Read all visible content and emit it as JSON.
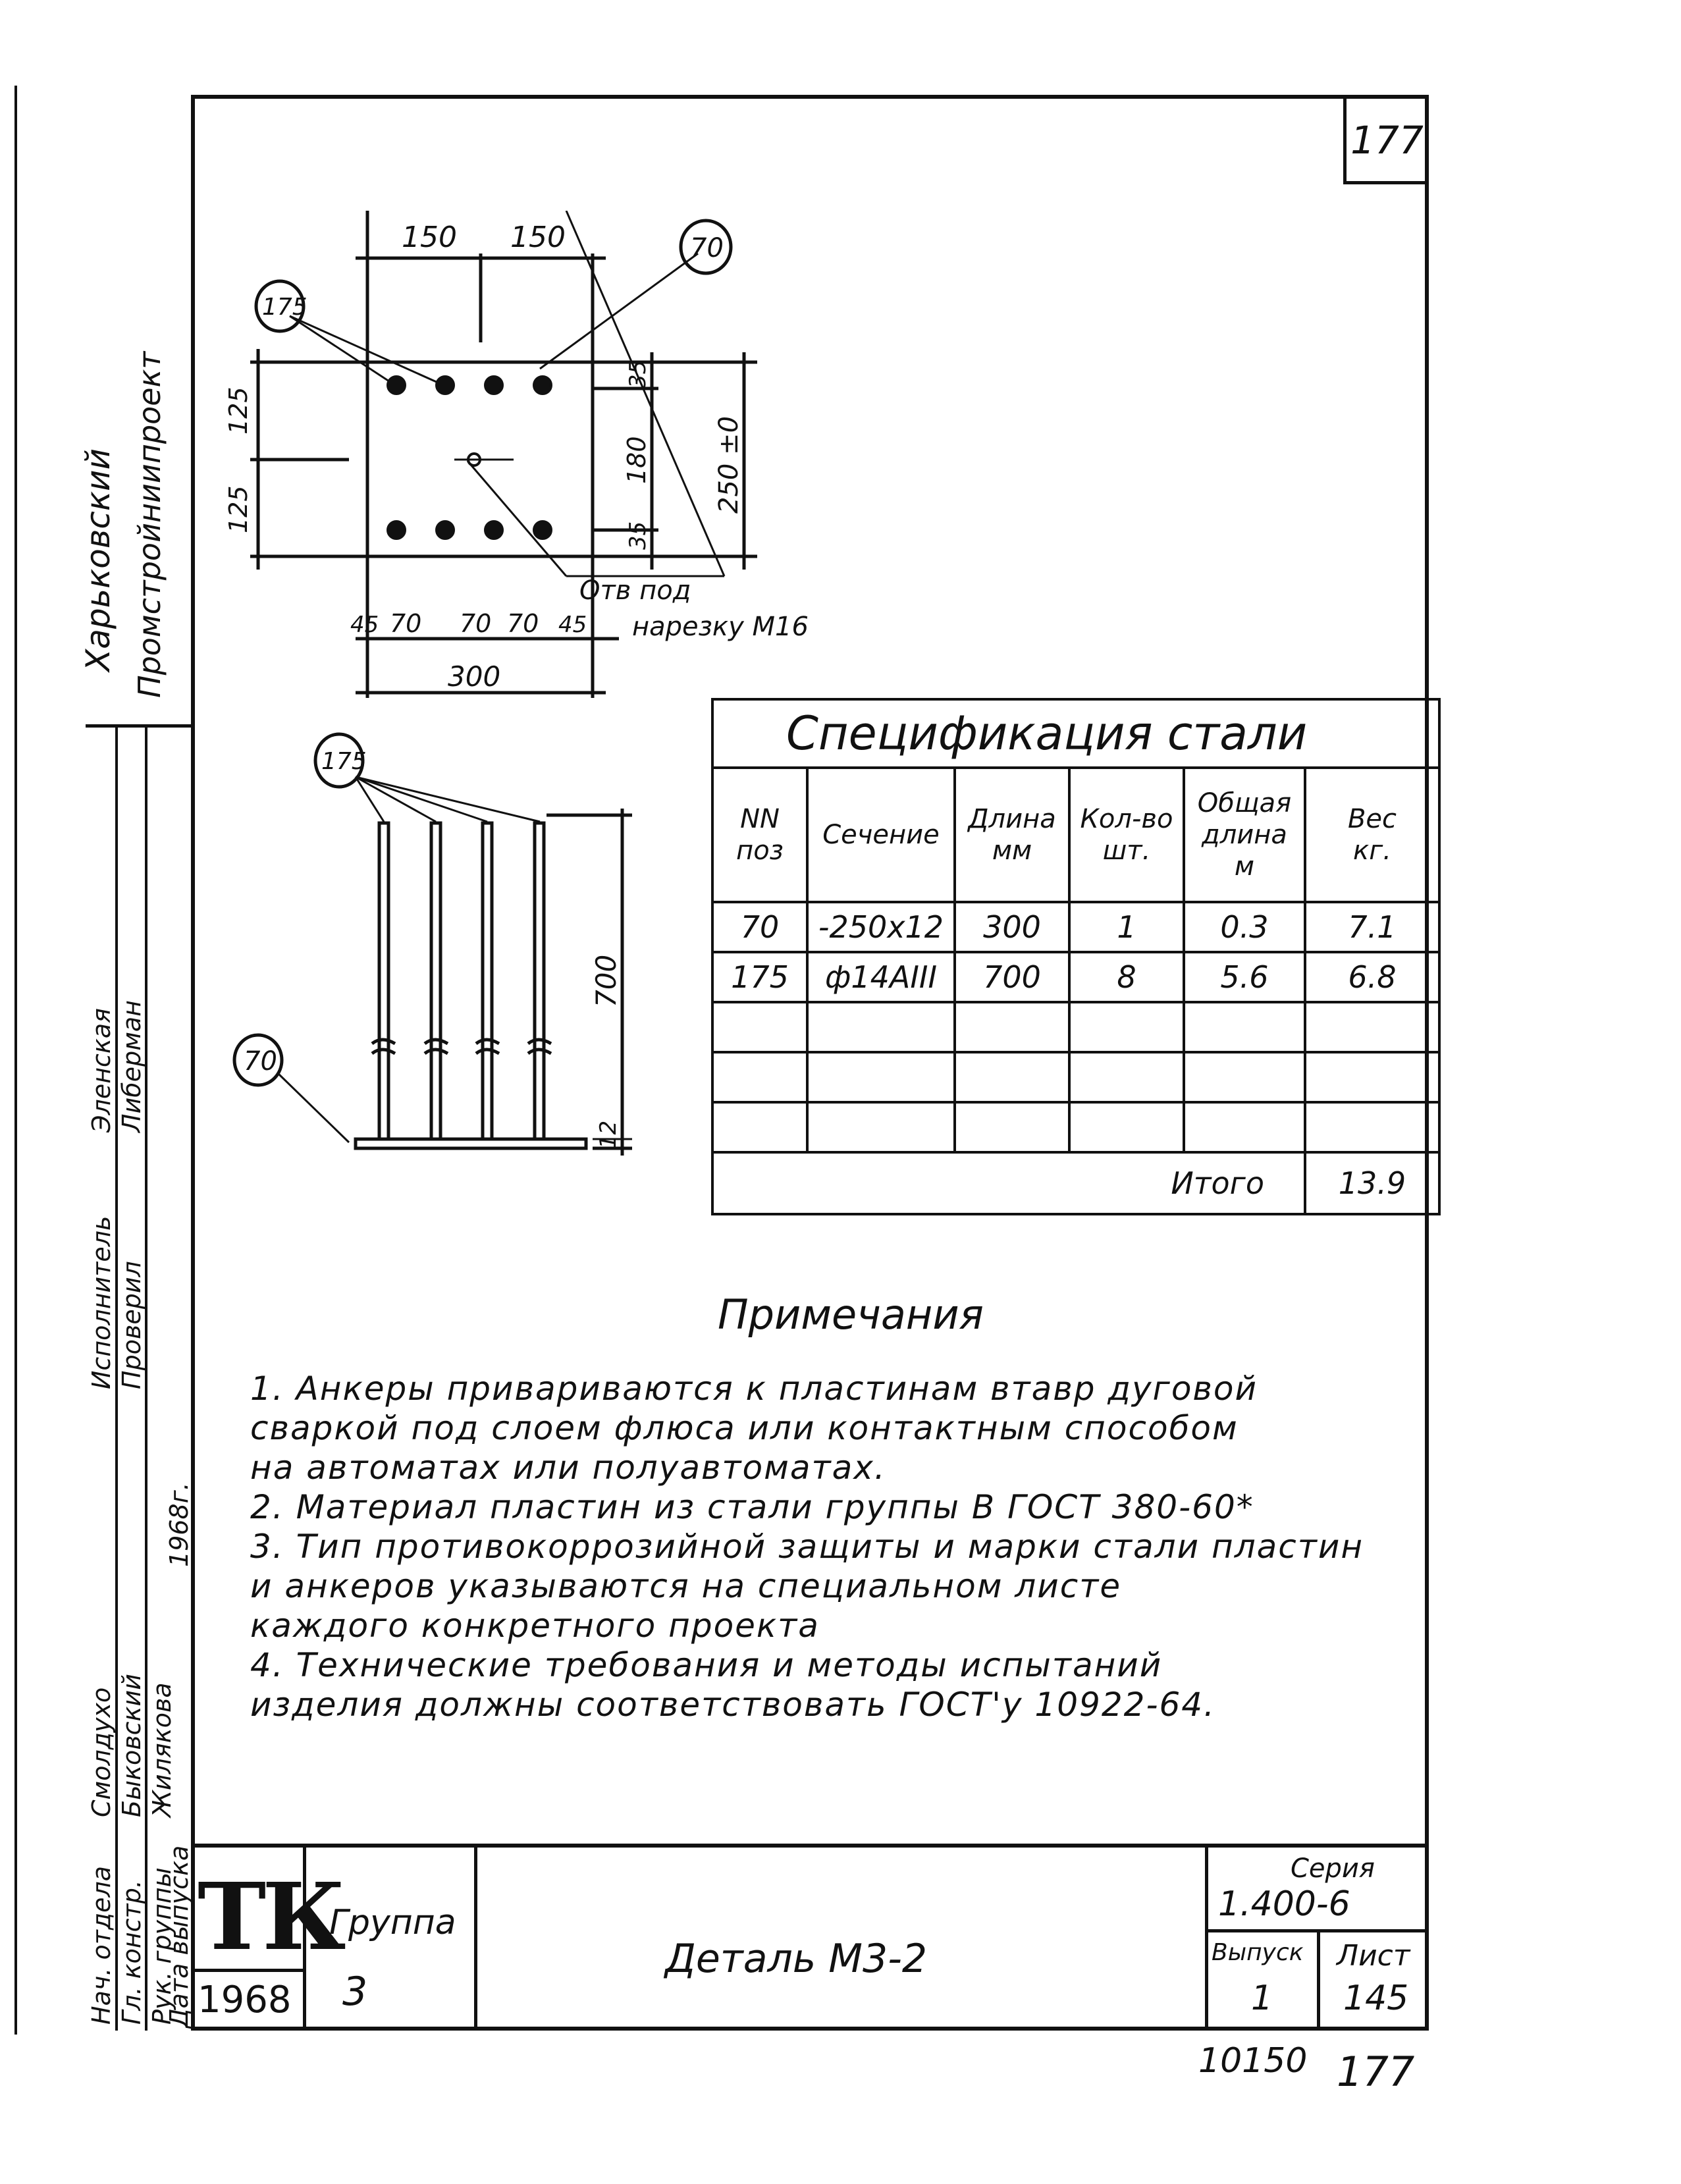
{
  "sheet_number": "177",
  "top_drawing": {
    "callouts": {
      "plate": "70",
      "anchor": "175"
    },
    "dims_top": [
      "150",
      "150"
    ],
    "dims_left": [
      "125",
      "125"
    ],
    "dims_right": [
      "35",
      "180",
      "35"
    ],
    "dim_overall_height": "250 ±0",
    "dims_bottom": [
      "45",
      "70",
      "70",
      "70",
      "45"
    ],
    "dim_overall_width": "300",
    "hole_note_line1": "Отв под",
    "hole_note_line2": "нарезку М16"
  },
  "side_drawing": {
    "callouts": {
      "anchor": "175",
      "plate": "70"
    },
    "dim_length": "700",
    "dim_thickness": "12"
  },
  "spec_table": {
    "title": "Спецификация стали",
    "headers": {
      "pos": [
        "NN",
        "поз"
      ],
      "section": [
        "Сечение"
      ],
      "length": [
        "Длина",
        "мм"
      ],
      "qty": [
        "Кол-во",
        "шт."
      ],
      "total_length": [
        "Общая",
        "длина",
        "м"
      ],
      "weight": [
        "Вес",
        "кг."
      ]
    },
    "rows": [
      [
        "70",
        "-250x12",
        "300",
        "1",
        "0.3",
        "7.1"
      ],
      [
        "175",
        "ф14АIII",
        "700",
        "8",
        "5.6",
        "6.8"
      ]
    ],
    "total_label": "Итого",
    "total_value": "13.9"
  },
  "notes": {
    "title": "Примечания",
    "items": [
      "1.  Анкеры привариваются к пластинам втавр дуговой",
      "     сваркой под слоем флюса или контактным способом",
      "     на автоматах или полуавтоматах.",
      "2.  Материал пластин из стали группы В  ГОСТ 380-60*",
      "3.  Тип противокоррозийной защиты и марки стали пластин",
      "     и анкеров указываются на специальном листе",
      "     каждого конкретного проекта",
      "4.  Технические требования и методы испытаний",
      "     изделия должны соответствовать  ГОСТ'у 10922-64."
    ]
  },
  "title_block": {
    "logo": "ТК",
    "year": "1968",
    "group_label": "Группа",
    "group_value": "3",
    "detail_title": "Деталь М3-2",
    "series_label": "Серия",
    "series_value": "1.400-6",
    "issue_label": "Выпуск",
    "issue_value": "1",
    "sheet_label": "Лист",
    "sheet_value": "145",
    "below_left": "10150",
    "below_right": "177"
  },
  "stamp": {
    "org_line1": "Харьковский",
    "org_line2": "Промстройниипроект",
    "roles": [
      "Нач. отдела",
      "Гл. констр.",
      "Рук. группы",
      "Дата выпуска"
    ],
    "names": [
      "Смолдухо",
      "Быковский",
      "Жилякова"
    ],
    "role2": [
      "Исполнитель",
      "Проверил"
    ],
    "names2": [
      "Эленская",
      "Либерман"
    ],
    "date": "1968г."
  }
}
